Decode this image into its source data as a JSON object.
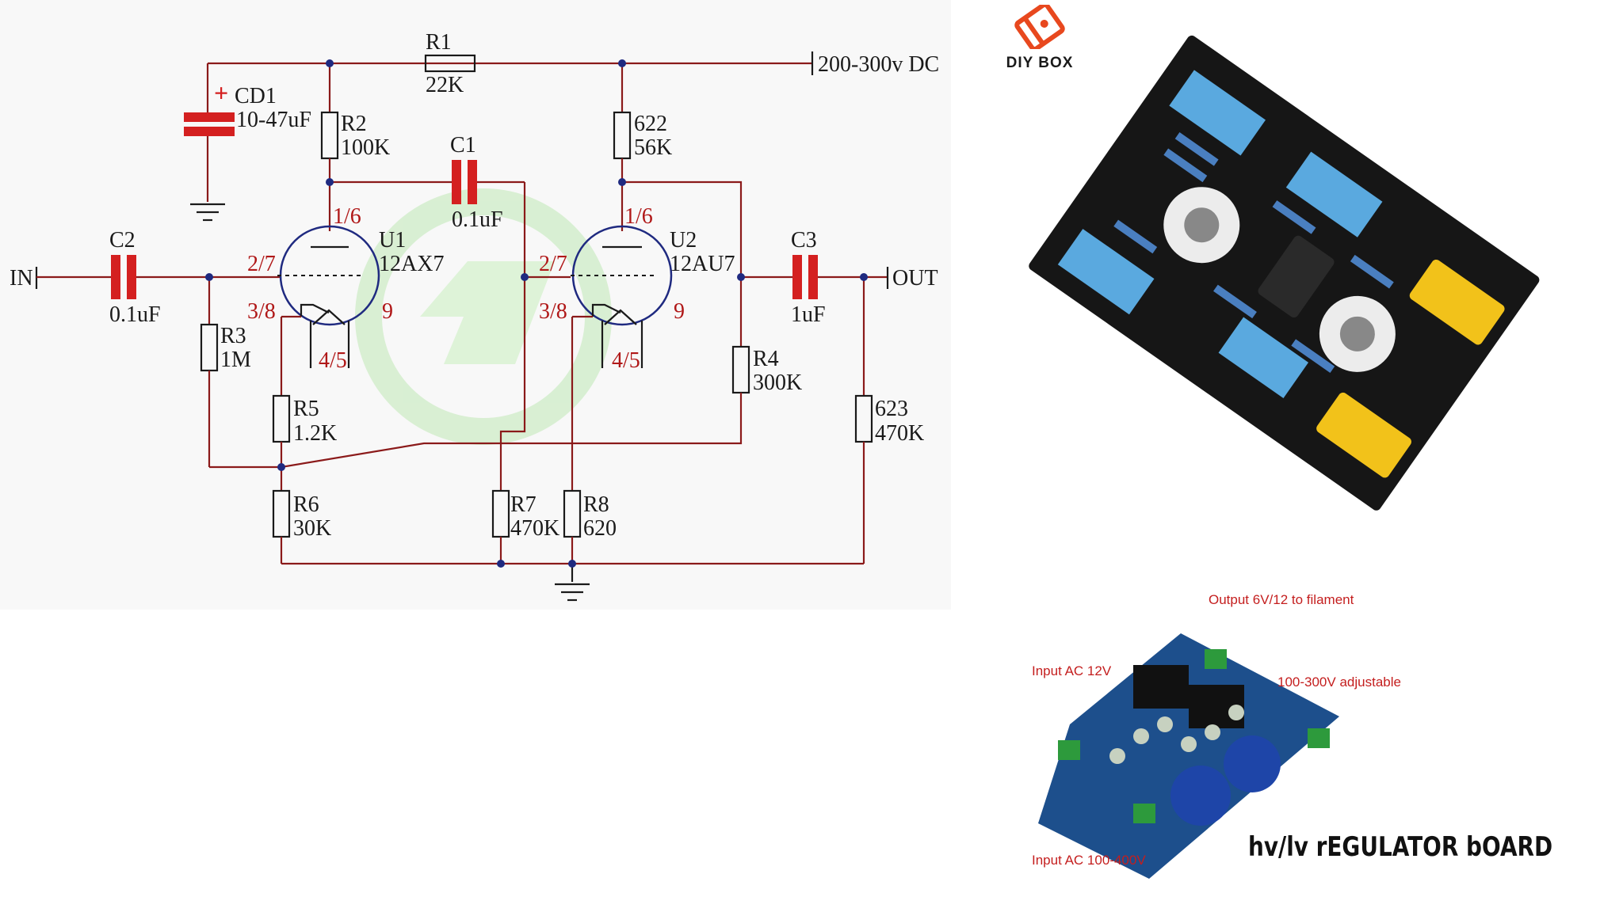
{
  "schematic": {
    "supply": "200-300v DC",
    "input": "IN",
    "output": "OUT",
    "components": {
      "r1": {
        "ref": "R1",
        "value": "22K"
      },
      "r2": {
        "ref": "R2",
        "value": "100K"
      },
      "r3": {
        "ref": "R3",
        "value": "1M"
      },
      "r4": {
        "ref": "R4",
        "value": "300K"
      },
      "r5": {
        "ref": "R5",
        "value": "1.2K"
      },
      "r6": {
        "ref": "R6",
        "value": "30K"
      },
      "r7": {
        "ref": "R7",
        "value": "470K"
      },
      "r8": {
        "ref": "R8",
        "value": "620"
      },
      "r622": {
        "ref": "622",
        "value": "56K"
      },
      "r623": {
        "ref": "623",
        "value": "470K"
      },
      "cd1": {
        "ref": "CD1",
        "value": "10-47uF"
      },
      "c1": {
        "ref": "C1",
        "value": "0.1uF"
      },
      "c2": {
        "ref": "C2",
        "value": "0.1uF"
      },
      "c3": {
        "ref": "C3",
        "value": "1uF"
      },
      "u1": {
        "ref": "U1",
        "value": "12AX7"
      },
      "u2": {
        "ref": "U2",
        "value": "12AU7"
      }
    },
    "pins": {
      "plate": "1/6",
      "grid": "2/7",
      "cathode": "3/8",
      "heater_center": "9",
      "heater": "4/5"
    }
  },
  "brand": {
    "name": "DIY BOX",
    "color": "#e8481e"
  },
  "regulator": {
    "title": "hv/lv rEGULATOR bOARD",
    "notes": {
      "output": "Output 6V/12 to filament",
      "input_lv": "Input AC 12V",
      "hv_adj": "100-300V adjustable",
      "input_hv": "Input AC 100-400V"
    }
  },
  "colors": {
    "wire": "#8b1a1a",
    "tube": "#1f2a80",
    "capacitor": "#d42020",
    "pin_label": "#b01818",
    "note": "#c41e1e"
  }
}
